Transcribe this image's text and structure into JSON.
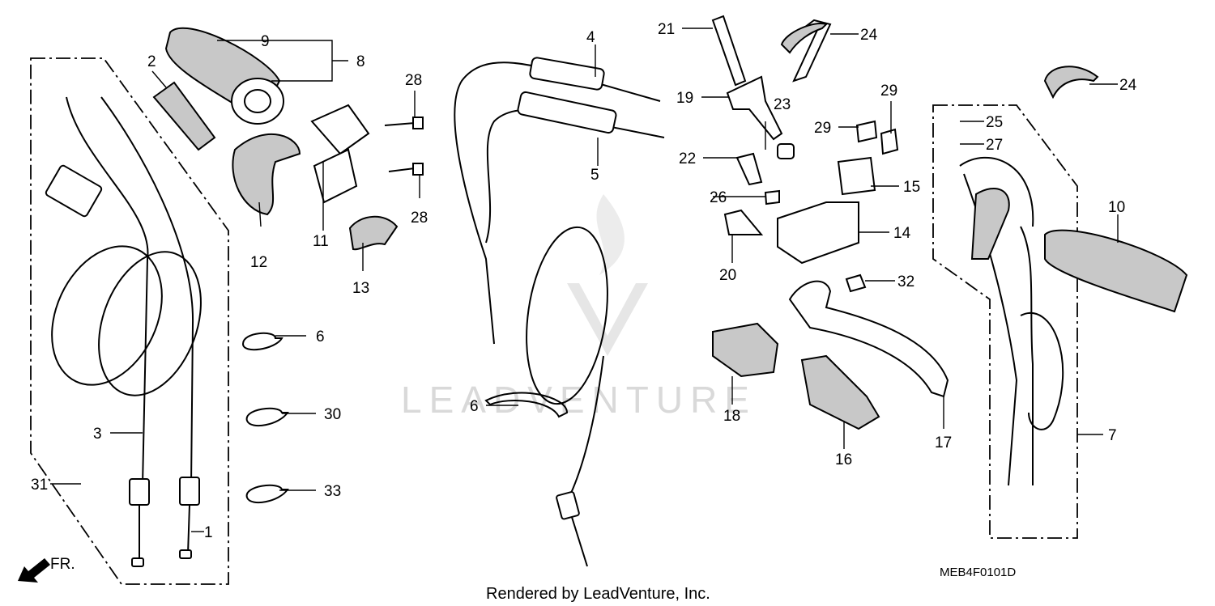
{
  "diagram": {
    "code": "MEB4F0101D",
    "credit": "Rendered by LeadVenture, Inc.",
    "watermark": "LEADVENTURE",
    "direction_label": "FR.",
    "callouts": [
      {
        "id": "c1",
        "text": "1"
      },
      {
        "id": "c2",
        "text": "2"
      },
      {
        "id": "c3",
        "text": "3"
      },
      {
        "id": "c4",
        "text": "4"
      },
      {
        "id": "c5",
        "text": "5"
      },
      {
        "id": "c6a",
        "text": "6"
      },
      {
        "id": "c6b",
        "text": "6"
      },
      {
        "id": "c7",
        "text": "7"
      },
      {
        "id": "c8",
        "text": "8"
      },
      {
        "id": "c9",
        "text": "9"
      },
      {
        "id": "c10",
        "text": "10"
      },
      {
        "id": "c11",
        "text": "11"
      },
      {
        "id": "c12",
        "text": "12"
      },
      {
        "id": "c13",
        "text": "13"
      },
      {
        "id": "c14",
        "text": "14"
      },
      {
        "id": "c15",
        "text": "15"
      },
      {
        "id": "c16",
        "text": "16"
      },
      {
        "id": "c17",
        "text": "17"
      },
      {
        "id": "c18",
        "text": "18"
      },
      {
        "id": "c19",
        "text": "19"
      },
      {
        "id": "c20",
        "text": "20"
      },
      {
        "id": "c21",
        "text": "21"
      },
      {
        "id": "c22",
        "text": "22"
      },
      {
        "id": "c23",
        "text": "23"
      },
      {
        "id": "c24a",
        "text": "24"
      },
      {
        "id": "c24b",
        "text": "24"
      },
      {
        "id": "c25",
        "text": "25"
      },
      {
        "id": "c26",
        "text": "26"
      },
      {
        "id": "c27",
        "text": "27"
      },
      {
        "id": "c28a",
        "text": "28"
      },
      {
        "id": "c28b",
        "text": "28"
      },
      {
        "id": "c29a",
        "text": "29"
      },
      {
        "id": "c29b",
        "text": "29"
      },
      {
        "id": "c30",
        "text": "30"
      },
      {
        "id": "c31",
        "text": "31"
      },
      {
        "id": "c32",
        "text": "32"
      },
      {
        "id": "c33",
        "text": "33"
      }
    ]
  }
}
